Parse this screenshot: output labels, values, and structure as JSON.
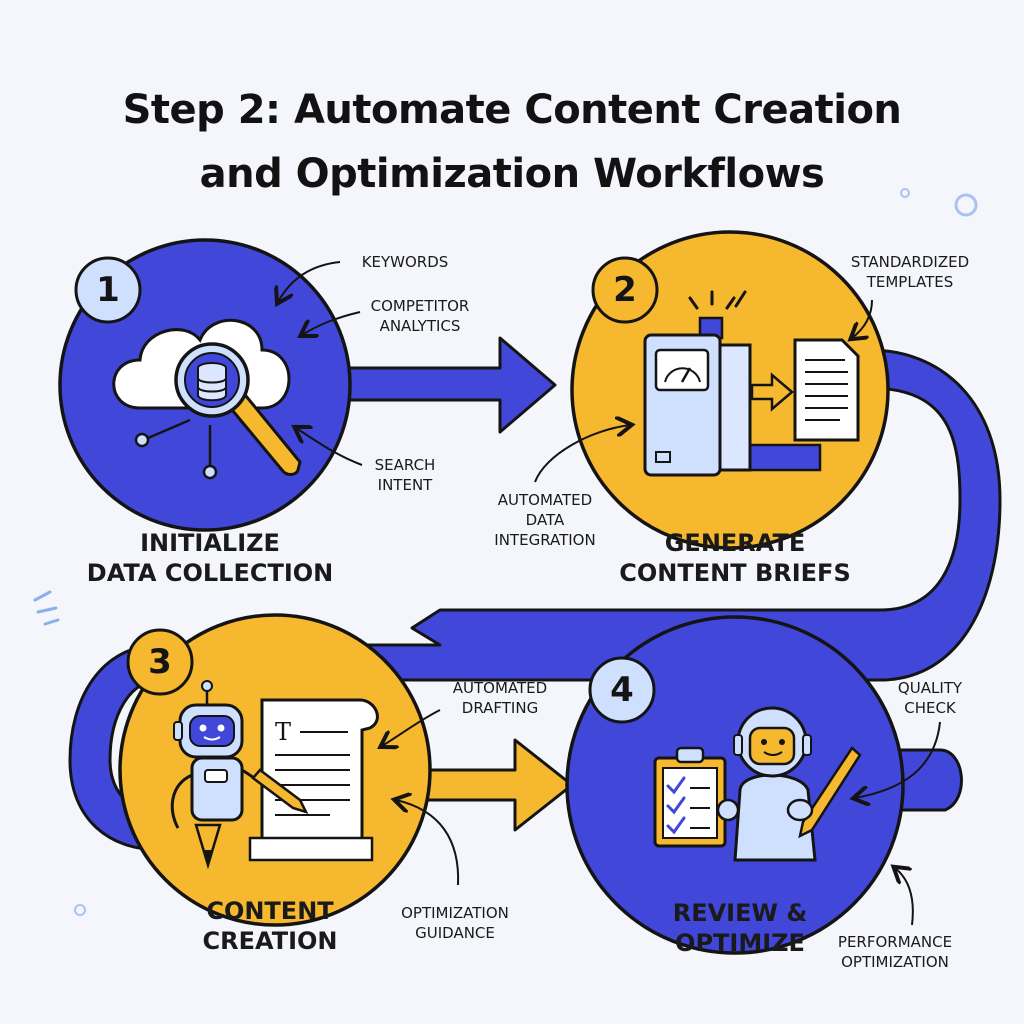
{
  "title": {
    "line1": "Step 2: Automate Content Creation",
    "line2": "and Optimization Workflows"
  },
  "colors": {
    "blue": "#4148d9",
    "yellow": "#f5b82e",
    "ink": "#141414",
    "background": "#f4f6fb"
  },
  "steps": [
    {
      "number": "1",
      "title_line1": "Initialize",
      "title_line2": "Data Collection",
      "icon": "cloud-database-magnifier-icon",
      "annotations": [
        "Keywords",
        "Competitor",
        "Analytics",
        "Search",
        "Intent"
      ]
    },
    {
      "number": "2",
      "title_line1": "Generate",
      "title_line2": "Content Briefs",
      "icon": "brief-generator-machine-icon",
      "annotations": [
        "Standardized",
        "Templates",
        "Automated",
        "Data",
        "Integration"
      ]
    },
    {
      "number": "3",
      "title_line1": "Content",
      "title_line2": "Creation",
      "icon": "robot-writer-icon",
      "annotations": [
        "Automated",
        "Drafting",
        "Optimization",
        "Guidance"
      ]
    },
    {
      "number": "4",
      "title_line1": "Review &",
      "title_line2": "Optimize",
      "icon": "robot-clipboard-icon",
      "annotations": [
        "Quality",
        "Check",
        "Performance",
        "Optimization"
      ]
    }
  ]
}
